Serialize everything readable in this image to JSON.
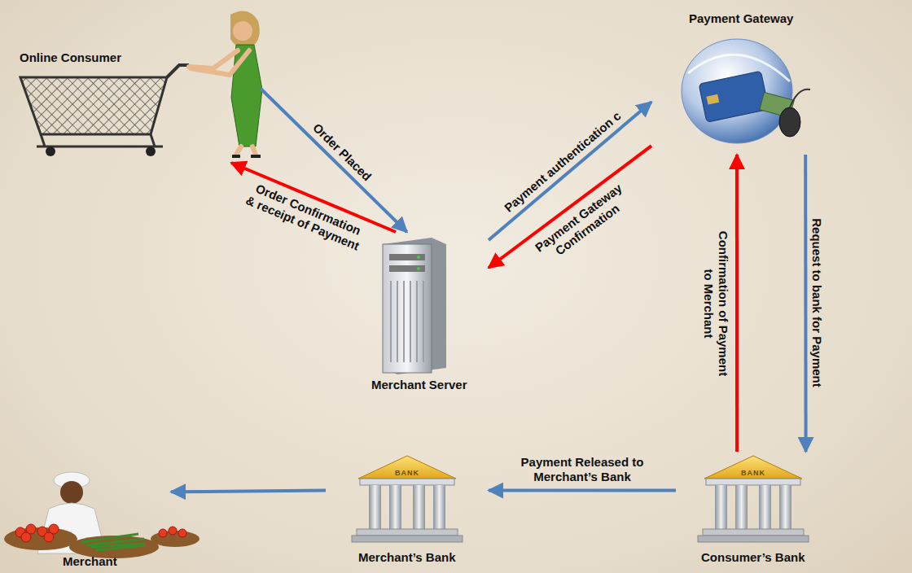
{
  "diagram": {
    "nodes": [
      {
        "text": [
          "Online Consumer"
        ]
      },
      {
        "text": [
          "Payment Gateway"
        ]
      },
      {
        "text": [
          "Merchant Server"
        ]
      },
      {
        "text": [
          "Merchant’s Bank"
        ]
      },
      {
        "text": [
          "Consumer’s Bank"
        ]
      },
      {
        "text": [
          "Merchant"
        ]
      }
    ],
    "edges": [
      {
        "from": 0,
        "to": 2,
        "arrow": "to",
        "label": "Order Placed"
      },
      {
        "from": 2,
        "to": 0,
        "arrow": "to",
        "label": "Order Confirmation & receipt of Payment"
      },
      {
        "from": 2,
        "to": 1,
        "arrow": "to",
        "label": "Payment authentication c"
      },
      {
        "from": 1,
        "to": 2,
        "arrow": "to",
        "label": "Payment Gateway Confirmation"
      },
      {
        "from": 1,
        "to": 4,
        "arrow": "to",
        "label": "Request to bank for Payment"
      },
      {
        "from": 4,
        "to": 1,
        "arrow": "to",
        "label": "Confirmation of Payment to Merchant"
      },
      {
        "from": 4,
        "to": 3,
        "arrow": "to",
        "label": "Payment Released to Merchant’s Bank"
      },
      {
        "from": 3,
        "to": 5,
        "arrow": "to"
      }
    ],
    "labels": [
      "BANK",
      "BANK"
    ]
  }
}
